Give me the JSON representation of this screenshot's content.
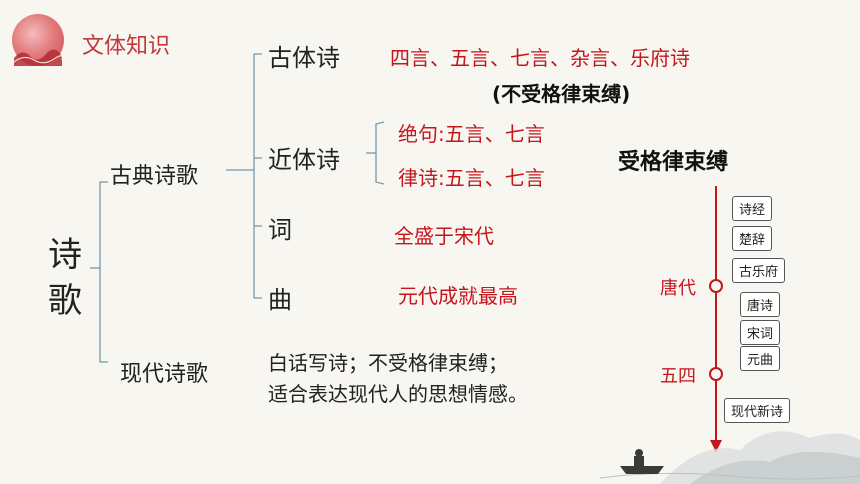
{
  "header": {
    "title": "文体知识"
  },
  "root": {
    "line1": "诗",
    "line2": "歌"
  },
  "classical": {
    "label": "古典诗歌",
    "gutishi": {
      "label": "古体诗",
      "desc": "四言、五言、七言、杂言、乐府诗",
      "note": "(不受格律束缚)"
    },
    "jintishi": {
      "label": "近体诗",
      "jueju": "绝句:五言、七言",
      "lvshi": "律诗:五言、七言",
      "note": "受格律束缚"
    },
    "ci": {
      "label": "词",
      "desc": "全盛于宋代"
    },
    "qu": {
      "label": "曲",
      "desc": "元代成就最高"
    }
  },
  "modern": {
    "label": "现代诗歌",
    "desc_line1": "白话写诗；不受格律束缚；",
    "desc_line2": "适合表达现代人的思想情感。"
  },
  "timeline": {
    "tags_before_tang": [
      "诗经",
      "楚辞",
      "古乐府"
    ],
    "tang_label": "唐代",
    "tags_between": [
      "唐诗",
      "宋词",
      "元曲"
    ],
    "wusi_label": "五四",
    "tags_after": [
      "现代新诗"
    ]
  },
  "colors": {
    "accent_red": "#c4161c",
    "line_blue": "#6f9bb0"
  }
}
